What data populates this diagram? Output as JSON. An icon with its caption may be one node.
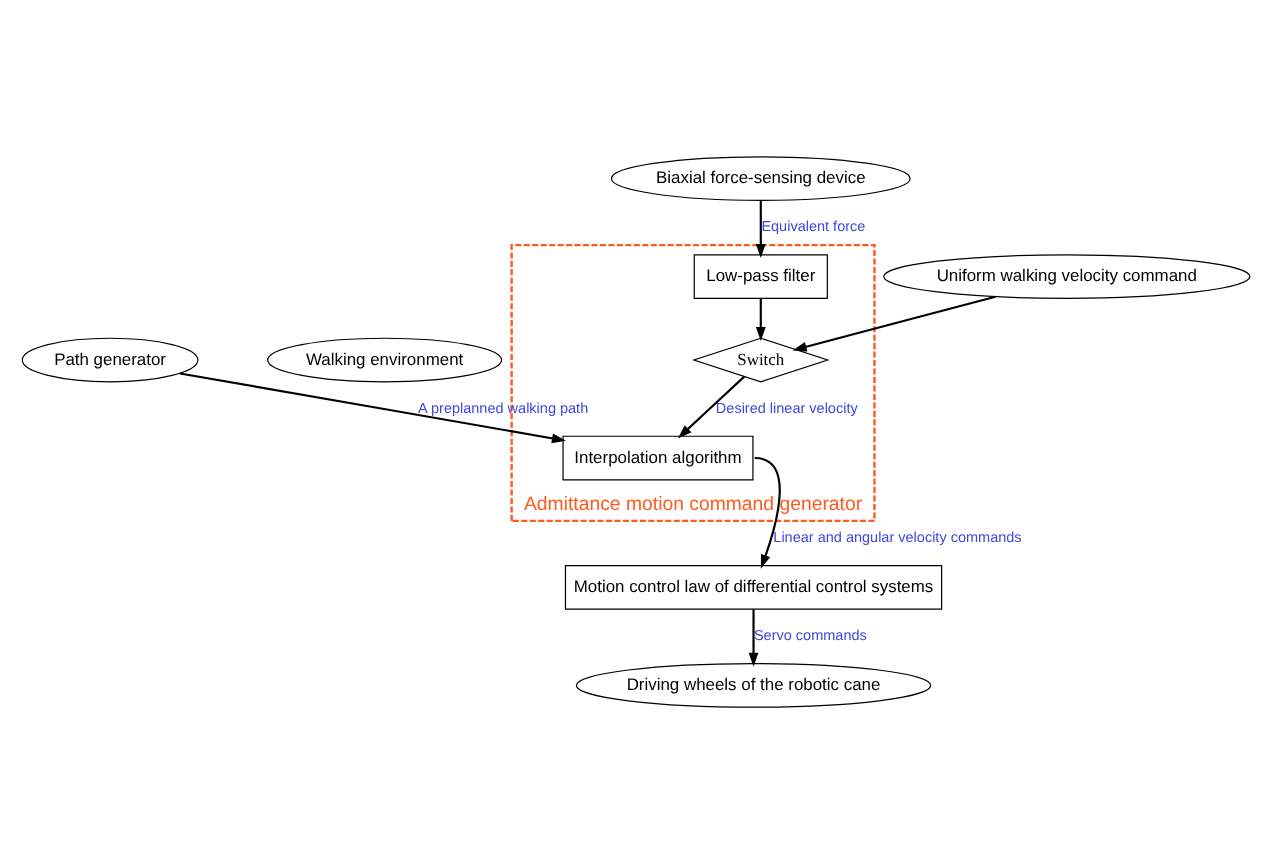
{
  "diagram": {
    "nodes": [
      {
        "text": [
          "Path generator"
        ]
      },
      {
        "text": [
          "Walking environment"
        ]
      },
      {
        "text": [
          "Admittance motion command generator"
        ]
      },
      {
        "text": [
          "Interpolation algorithm"
        ],
        "in": 2
      },
      {
        "text": [
          "Switch"
        ],
        "in": 2
      },
      {
        "text": [
          "Low-pass filter"
        ],
        "in": 2
      },
      {
        "text": [
          "Uniform walking velocity command"
        ]
      },
      {
        "text": [
          "Biaxial force-sensing device"
        ]
      },
      {
        "text": [
          "Motion control law of differential control systems"
        ]
      },
      {
        "text": [
          "Driving wheels of the robotic cane"
        ]
      }
    ],
    "edges": [
      {
        "from": 0,
        "to": 3,
        "arrow": "to",
        "label": "A preplanned walking path"
      },
      {
        "from": 4,
        "to": 3,
        "arrow": "to",
        "label": "Desired linear velocity"
      },
      {
        "from": 6,
        "to": 4,
        "arrow": "to"
      },
      {
        "from": 5,
        "to": 4,
        "arrow": "to"
      },
      {
        "from": 7,
        "to": 5,
        "arrow": "to",
        "label": "Equivalent force"
      },
      {
        "from": 3,
        "to": 8,
        "arrow": "to",
        "label": "Linear and angular velocity commands"
      },
      {
        "from": 8,
        "to": 9,
        "arrow": "to",
        "label": "Servo commands"
      }
    ]
  }
}
